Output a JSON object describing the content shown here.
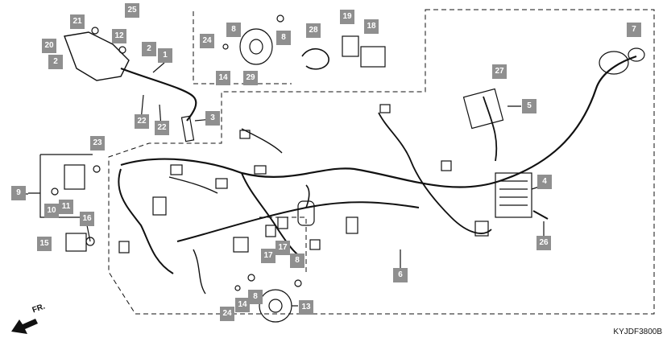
{
  "diagram": {
    "catalog_code": "KYJDF3800B",
    "direction_label": "FR.",
    "accent_color": "#8f8f8f",
    "callouts": [
      {
        "id": "c25a",
        "label": "25"
      },
      {
        "id": "c21",
        "label": "21"
      },
      {
        "id": "c12",
        "label": "12"
      },
      {
        "id": "c20",
        "label": "20"
      },
      {
        "id": "c2a",
        "label": "2"
      },
      {
        "id": "c2b",
        "label": "2"
      },
      {
        "id": "c1",
        "label": "1"
      },
      {
        "id": "c22a",
        "label": "22"
      },
      {
        "id": "c22b",
        "label": "22"
      },
      {
        "id": "c3",
        "label": "3"
      },
      {
        "id": "c24a",
        "label": "24"
      },
      {
        "id": "c8a",
        "label": "8"
      },
      {
        "id": "c8b",
        "label": "8"
      },
      {
        "id": "c14a",
        "label": "14"
      },
      {
        "id": "c29",
        "label": "29"
      },
      {
        "id": "c28",
        "label": "28"
      },
      {
        "id": "c19",
        "label": "19"
      },
      {
        "id": "c18",
        "label": "18"
      },
      {
        "id": "c7",
        "label": "7"
      },
      {
        "id": "c27",
        "label": "27"
      },
      {
        "id": "c5",
        "label": "5"
      },
      {
        "id": "c4",
        "label": "4"
      },
      {
        "id": "c26",
        "label": "26"
      },
      {
        "id": "c23",
        "label": "23"
      },
      {
        "id": "c9",
        "label": "9"
      },
      {
        "id": "c10",
        "label": "10"
      },
      {
        "id": "c11",
        "label": "11"
      },
      {
        "id": "c16",
        "label": "16"
      },
      {
        "id": "c15",
        "label": "15"
      },
      {
        "id": "c6",
        "label": "6"
      },
      {
        "id": "c17a",
        "label": "17"
      },
      {
        "id": "c17b",
        "label": "17"
      },
      {
        "id": "c8c",
        "label": "8"
      },
      {
        "id": "c14b",
        "label": "14"
      },
      {
        "id": "c8d",
        "label": "8"
      },
      {
        "id": "c24b",
        "label": "24"
      },
      {
        "id": "c13",
        "label": "13"
      }
    ]
  }
}
